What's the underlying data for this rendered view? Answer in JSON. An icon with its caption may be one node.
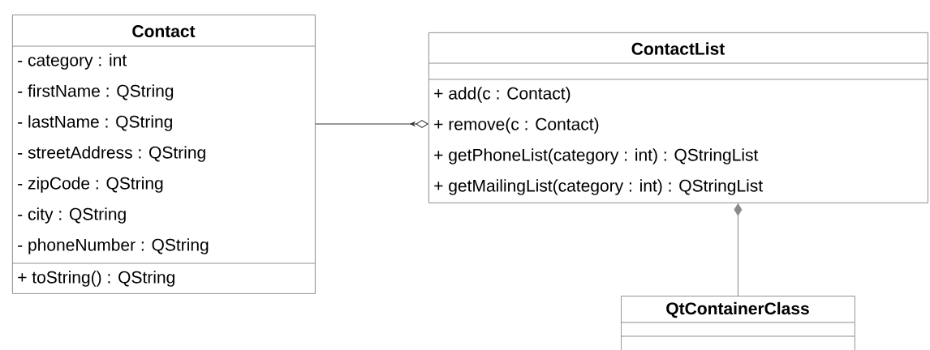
{
  "diagram": {
    "nodes": [
      {
        "text": [
          "Contact",
          "- category : int",
          "- firstName : QString",
          "- lastName : QString",
          "- streetAddress : QString",
          "- zipCode : QString",
          "- city : QString",
          "- phoneNumber : QString",
          "+ toString() : QString"
        ]
      },
      {
        "text": [
          "ContactList",
          "+ add(c : Contact)",
          "+ remove(c : Contact)",
          "+ getPhoneList(category : int) : QStringList",
          "+ getMailingList(category : int) : QStringList"
        ]
      },
      {
        "text": [
          "QtContainerClass"
        ]
      }
    ],
    "edges": [
      {
        "from": 1,
        "to": 0,
        "arrow": "other"
      },
      {
        "from": 1,
        "to": 2,
        "arrow": "other",
        "color": "#8a8a8a"
      }
    ]
  }
}
